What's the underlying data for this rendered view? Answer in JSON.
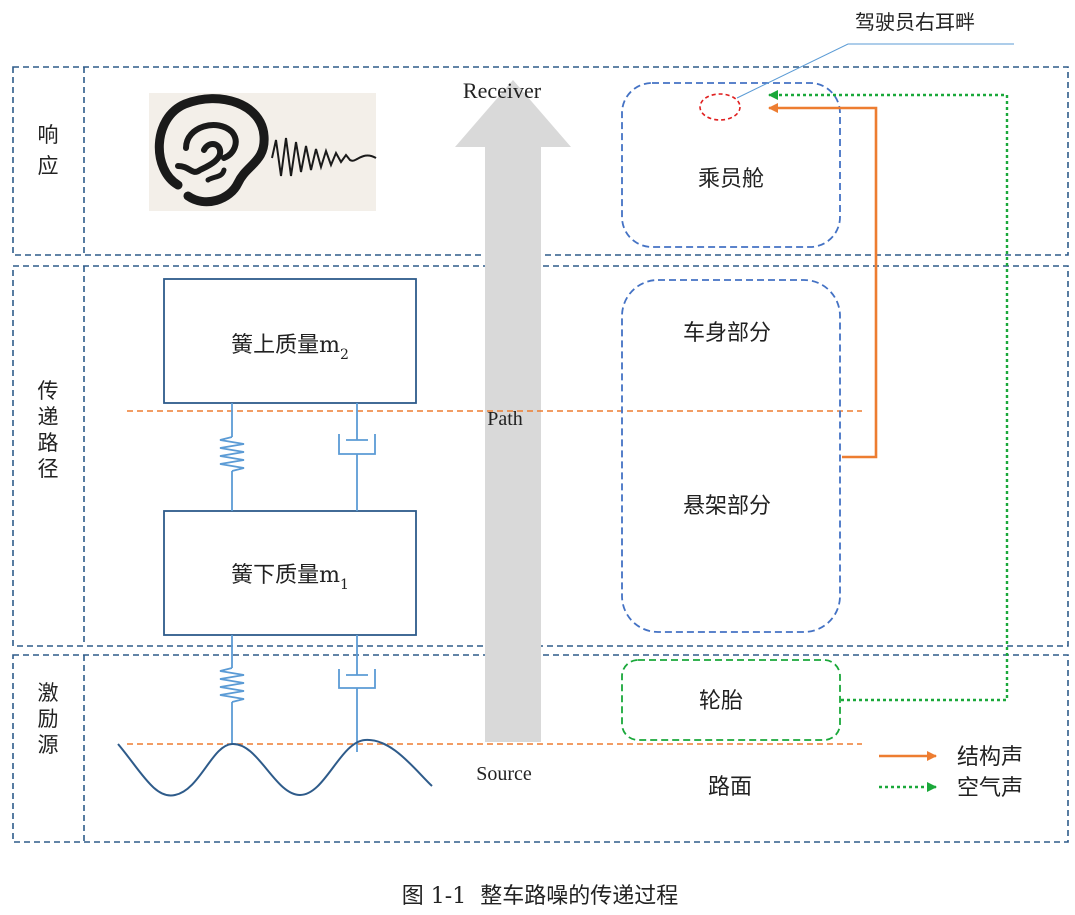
{
  "rows": {
    "response": {
      "label_lines": [
        "响",
        "应"
      ]
    },
    "path": {
      "label_lines": [
        "传",
        "递",
        "路",
        "径"
      ]
    },
    "excitation": {
      "label_lines": [
        "激",
        "励",
        "源"
      ]
    }
  },
  "arrow_labels": {
    "receiver": "Receiver",
    "path": "Path",
    "source": "Source"
  },
  "masses": {
    "sprung": {
      "text": "簧上质量m",
      "sub": "2"
    },
    "unsprung": {
      "text": "簧下质量m",
      "sub": "1"
    }
  },
  "components": {
    "cabin": "乘员舱",
    "body": "车身部分",
    "suspension": "悬架部分",
    "tire": "轮胎",
    "road": "路面"
  },
  "callout": "驾驶员右耳畔",
  "legend": {
    "structure_borne": {
      "label": "结构声",
      "color": "#ed7d31"
    },
    "airborne": {
      "label": "空气声",
      "color": "#1aa83a"
    }
  },
  "caption": "图 1-1  整车路噪的传递过程",
  "colors": {
    "frame": "#2e5b8a",
    "module": "#4472c4",
    "divider": "#ed7d31",
    "mechanics": "#5b9bd5",
    "big_arrow": "#d9d9d9",
    "ear_marker": "#e02020"
  }
}
